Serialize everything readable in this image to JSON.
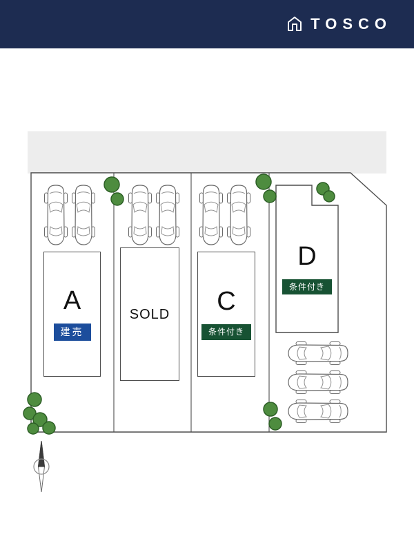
{
  "header": {
    "brand": "TOSCO"
  },
  "plan": {
    "lot_a": {
      "label": "A",
      "badge": "建売"
    },
    "lot_sold": {
      "label": "SOLD"
    },
    "lot_c": {
      "label": "C",
      "badge": "条件付き"
    },
    "lot_d": {
      "label": "D",
      "badge": "条件付き"
    }
  },
  "icons": {
    "brand": "house-icon",
    "cars": "car-top-view-icon",
    "trees": "tree-icon",
    "compass": "north-arrow-icon"
  },
  "colors": {
    "header_bg": "#1d2c51",
    "badge_blue": "#1c4d9c",
    "badge_green": "#175233",
    "road_gray": "#ededed",
    "line": "#4d4d4d",
    "tree_fill": "#4e8c3f",
    "tree_stroke": "#2d5f26"
  }
}
